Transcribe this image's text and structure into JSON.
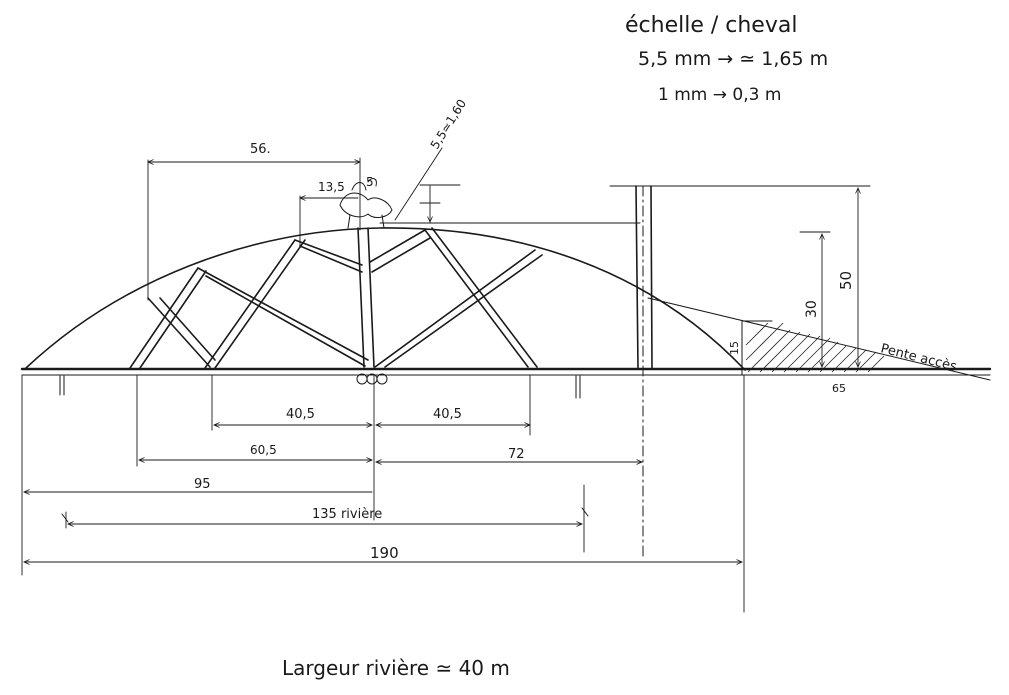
{
  "scale": {
    "title": "échelle / cheval",
    "line1": "5,5 mm → ≃ 1,65 m",
    "line2": "1 mm → 0,3 m"
  },
  "dimensions": {
    "d56": "56.",
    "d135_small": "13,5",
    "d55_160": "5,5≃1,60",
    "d5": "5",
    "d40_5_left": "40,5",
    "d40_5_right": "40,5",
    "d60_5": "60,5",
    "d72": "72",
    "d95": "95",
    "d135_riviere": "135 rivière",
    "d190": "190",
    "d50": "50",
    "d30": "30",
    "d15": "15",
    "d65": "65",
    "pente": "Pente accès"
  },
  "caption": "Largeur rivière ≃ 40 m",
  "colors": {
    "ink": "#1a1a1a",
    "paper": "#ffffff"
  }
}
